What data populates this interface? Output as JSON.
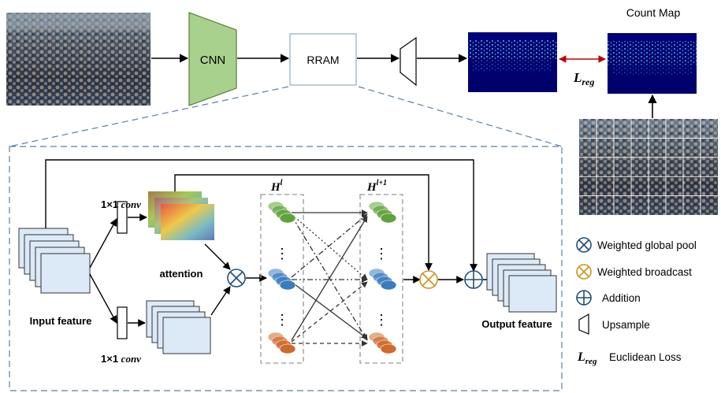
{
  "pipeline": {
    "cnn_label": "CNN",
    "rram_label": "RRAM",
    "count_map_title": "Count Map",
    "loss_symbol": "L",
    "loss_subscript": "reg"
  },
  "detail": {
    "conv_top": {
      "prefix": "1×1 ",
      "italic": "conv"
    },
    "conv_bottom": {
      "prefix": "1×1 ",
      "italic": "conv"
    },
    "attention_label": "attention",
    "input_label": "Input feature",
    "output_label": "Output feature",
    "graph_left": {
      "base": "H",
      "sup": "l"
    },
    "graph_right": {
      "base": "H",
      "sup": "l+1"
    },
    "ellipsis": "⋮"
  },
  "legend": [
    {
      "icon": "weighted-global-pool-icon",
      "label": "Weighted global pool",
      "color": "#1f4e79"
    },
    {
      "icon": "weighted-broadcast-icon",
      "label": "Weighted broadcast",
      "color": "#c8961e"
    },
    {
      "icon": "addition-icon",
      "label": "Addition",
      "color": "#1f4e79"
    },
    {
      "icon": "upsample-icon",
      "label": "Upsample",
      "color": "#000000"
    },
    {
      "icon": "euclidean-loss-icon",
      "label": "Euclidean Loss",
      "symbol": "L",
      "sub": "reg"
    }
  ],
  "colors": {
    "cnn_fill": "#a9d18e",
    "cnn_stroke": "#548235",
    "rram_stroke": "#8ea9c1",
    "feature_fill": "#dce9f7",
    "loss_arrow": "#c00000",
    "dashed_border": "#5b7fa6",
    "green_node": "#5fa33a",
    "blue_node": "#3a7cc0",
    "orange_node": "#d0692a"
  }
}
